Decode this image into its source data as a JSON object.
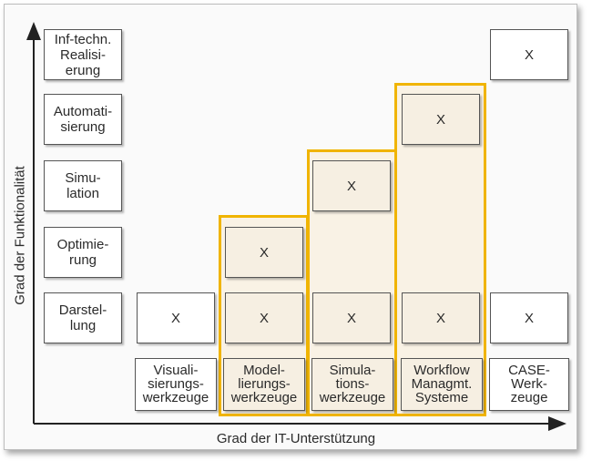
{
  "axes": {
    "y_label": "Grad der Funktionalität",
    "x_label": "Grad der IT-Unterstützung"
  },
  "levels": [
    "Inf-techn.\nRealisi-\nerung",
    "Automati-\nsierung",
    "Simu-\nlation",
    "Optimie-\nrung",
    "Darstel-\nlung"
  ],
  "tools": [
    "Visuali-\nsierungs-\nwerkzeuge",
    "Model-\nlierungs-\nwerkzeuge",
    "Simula-\ntions-\nwerkzeuge",
    "Workflow\nManagmt.\nSysteme",
    "CASE-\nWerk-\nzeuge"
  ],
  "mark": "X",
  "highlight_color": "#f0b400"
}
